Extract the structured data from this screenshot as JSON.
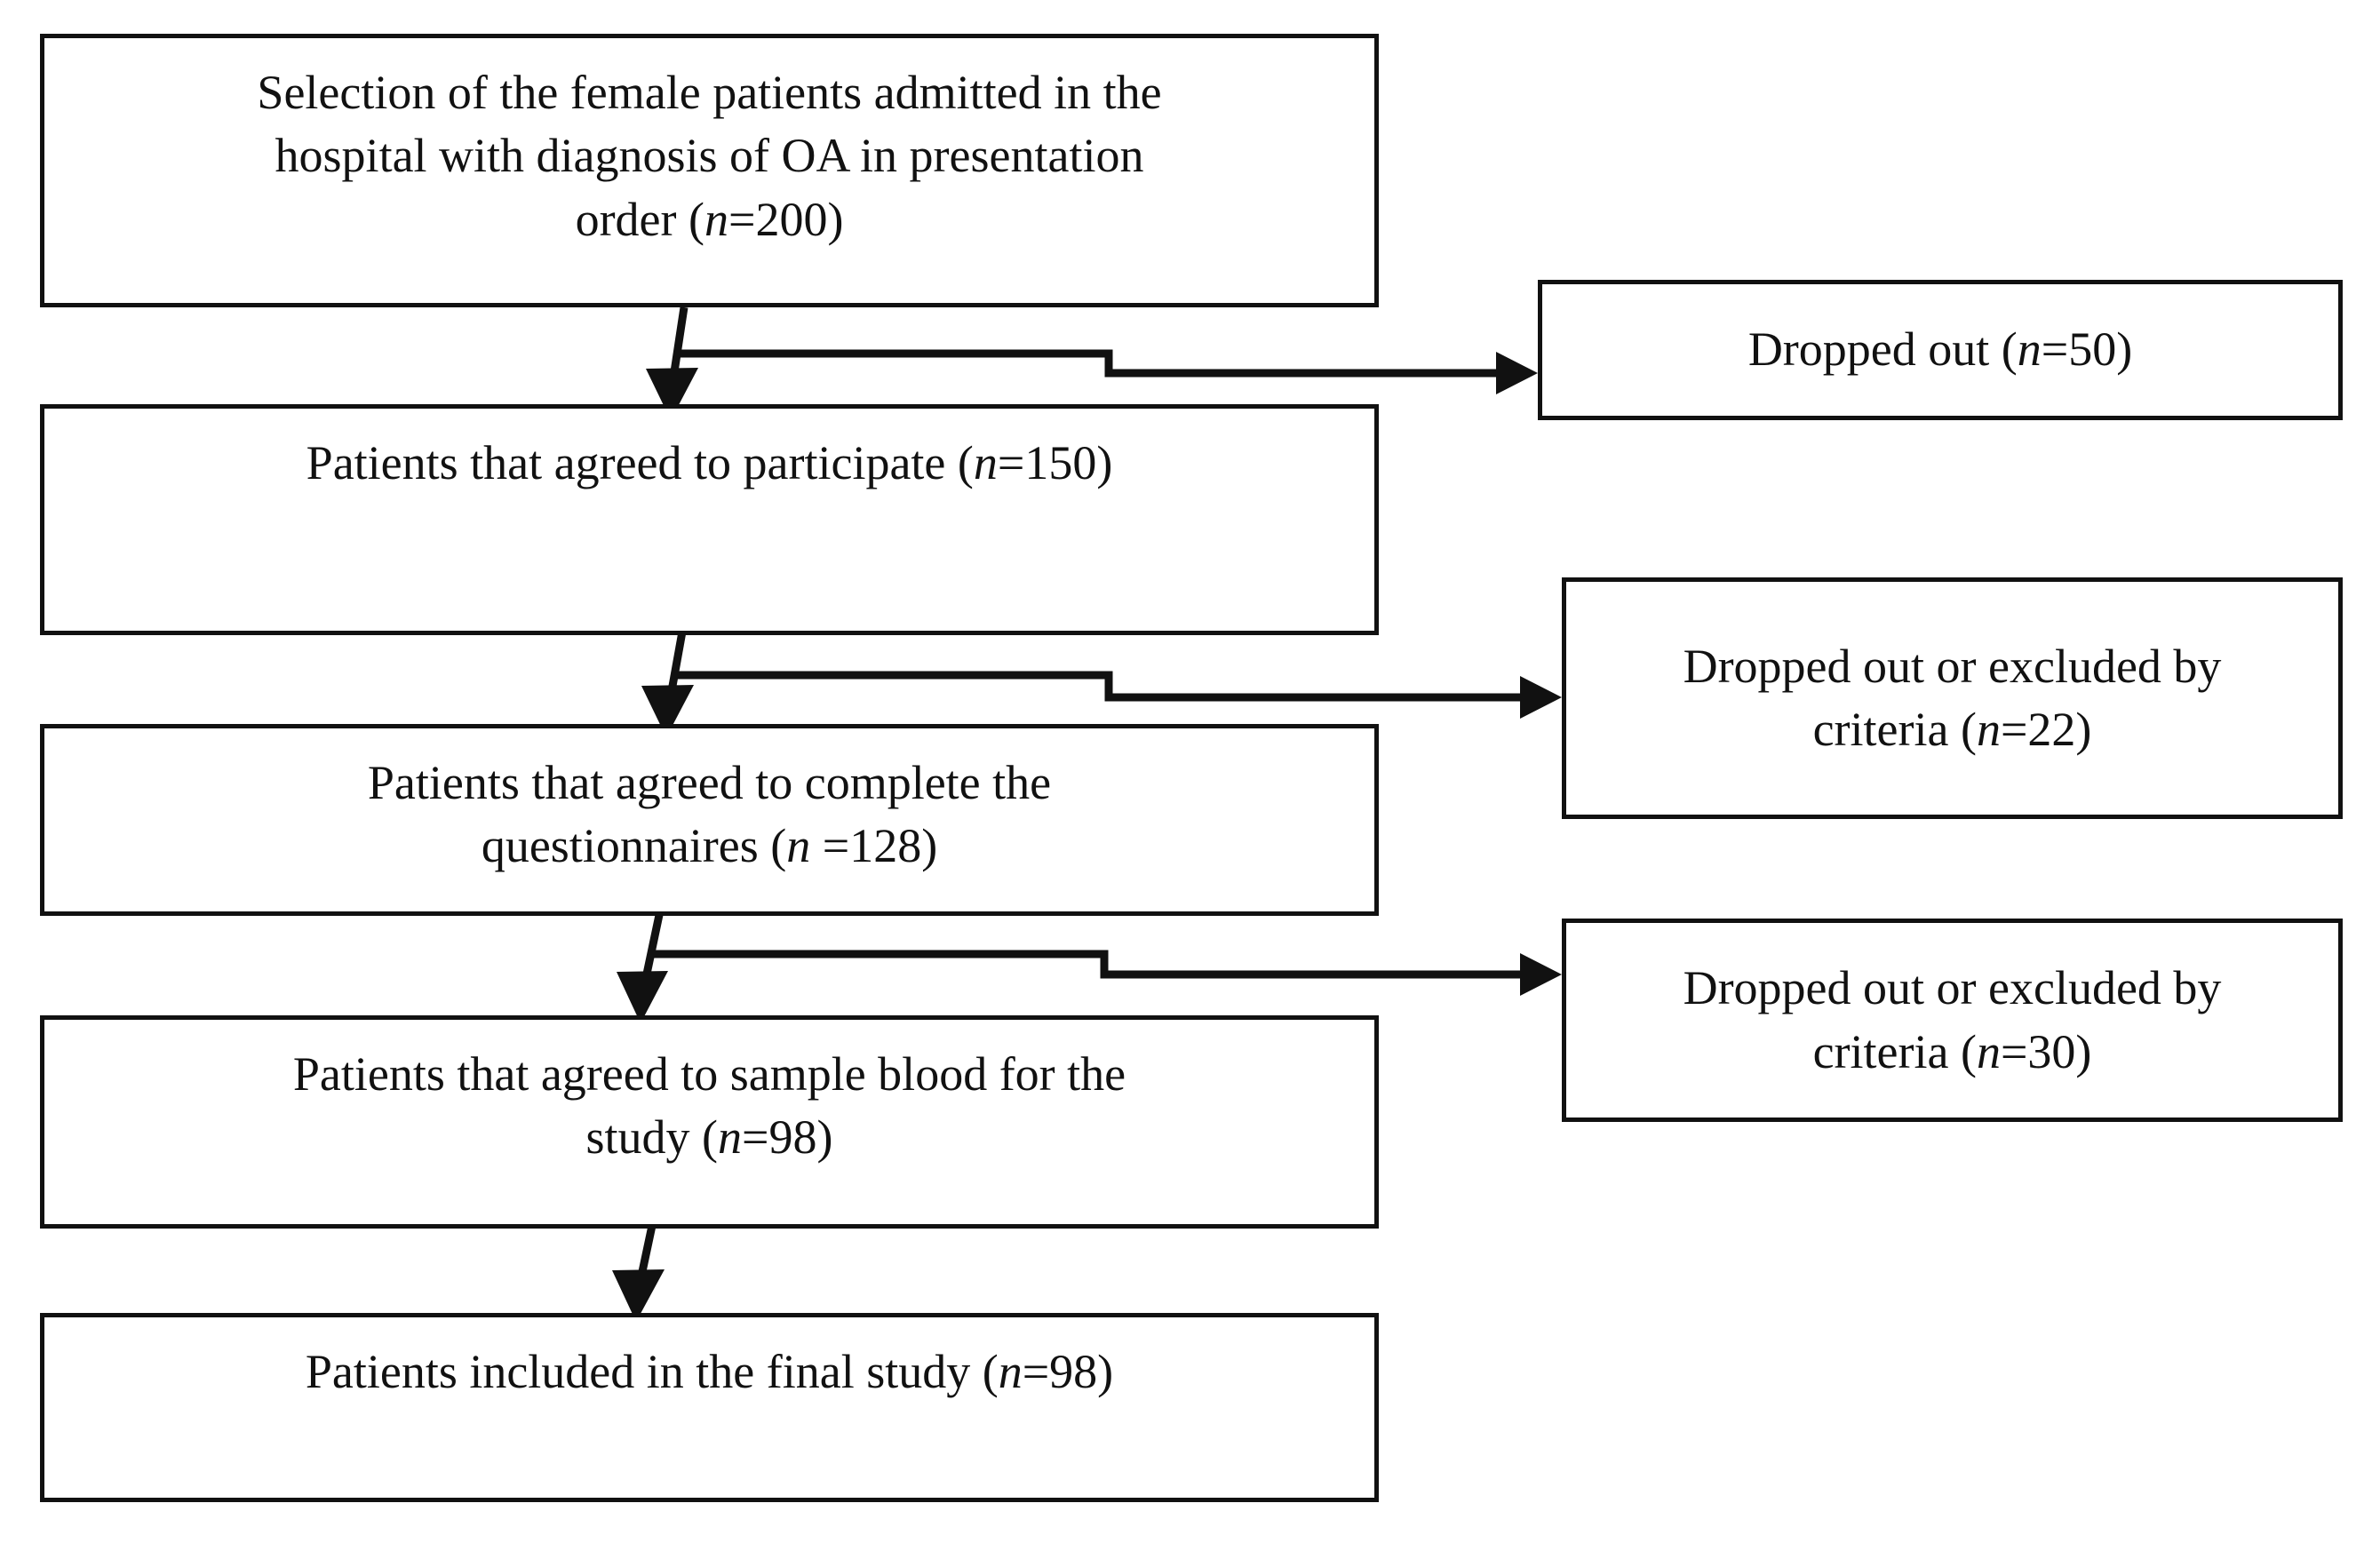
{
  "diagram": {
    "type": "flowchart",
    "orientation": "top-to-bottom",
    "title": "Patient selection flow diagram",
    "colors": {
      "box_border": "#111111",
      "box_fill": "#ffffff",
      "text": "#111111",
      "connector": "#111111",
      "background": "#ffffff"
    },
    "nodes": [
      {
        "id": "selection",
        "label": "Selection of the female patients admitted in the hospital with diagnosis of OA in presentation order (n=200)",
        "line1": "Selection of the female patients admitted in the",
        "line2": "hospital with diagnosis of OA in presentation",
        "line3_pre": "order (",
        "line3_n": "n",
        "line3_post": "=200)",
        "n": 200,
        "column": "main"
      },
      {
        "id": "agreed-participate",
        "label": "Patients that agreed to participate (n=150)",
        "line1_pre": "Patients that agreed to participate (",
        "line1_n": "n",
        "line1_post": "=150)",
        "n": 150,
        "column": "main"
      },
      {
        "id": "agreed-questionnaires",
        "label": "Patients that agreed to complete the questionnaires (n =128)",
        "line1": "Patients that agreed to complete the",
        "line2_pre": "questionnaires (",
        "line2_n": "n",
        "line2_post": " =128)",
        "n": 128,
        "column": "main"
      },
      {
        "id": "agreed-blood",
        "label": "Patients that agreed to sample blood for the study (n=98)",
        "line1": "Patients that agreed to sample blood for the",
        "line2_pre": "study (",
        "line2_n": "n",
        "line2_post": "=98)",
        "n": 98,
        "column": "main"
      },
      {
        "id": "final-study",
        "label": "Patients included in the final study (n=98)",
        "line1_pre": "Patients included in the final study (",
        "line1_n": "n",
        "line1_post": "=98)",
        "n": 98,
        "column": "main"
      },
      {
        "id": "dropped-1",
        "label": "Dropped out (n=50)",
        "line1_pre": "Dropped out (",
        "line1_n": "n",
        "line1_post": "=50)",
        "n": 50,
        "column": "right"
      },
      {
        "id": "dropped-2",
        "label": "Dropped out or excluded by criteria (n=22)",
        "line1": "Dropped out or excluded by",
        "line2_pre": "criteria (",
        "line2_n": "n",
        "line2_post": "=22)",
        "n": 22,
        "column": "right"
      },
      {
        "id": "dropped-3",
        "label": "Dropped out or excluded by criteria (n=30)",
        "line1": "Dropped out or excluded by",
        "line2_pre": "criteria (",
        "line2_n": "n",
        "line2_post": "=30)",
        "n": 30,
        "column": "right"
      }
    ],
    "edges": [
      {
        "from": "selection",
        "to": "agreed-participate",
        "kind": "down-arrow"
      },
      {
        "from": "selection",
        "to": "dropped-1",
        "kind": "branch-right-arrow"
      },
      {
        "from": "agreed-participate",
        "to": "agreed-questionnaires",
        "kind": "down-arrow"
      },
      {
        "from": "agreed-participate",
        "to": "dropped-2",
        "kind": "branch-right-arrow"
      },
      {
        "from": "agreed-questionnaires",
        "to": "agreed-blood",
        "kind": "down-arrow"
      },
      {
        "from": "agreed-questionnaires",
        "to": "dropped-3",
        "kind": "branch-right-arrow"
      },
      {
        "from": "agreed-blood",
        "to": "final-study",
        "kind": "down-arrow"
      }
    ]
  }
}
